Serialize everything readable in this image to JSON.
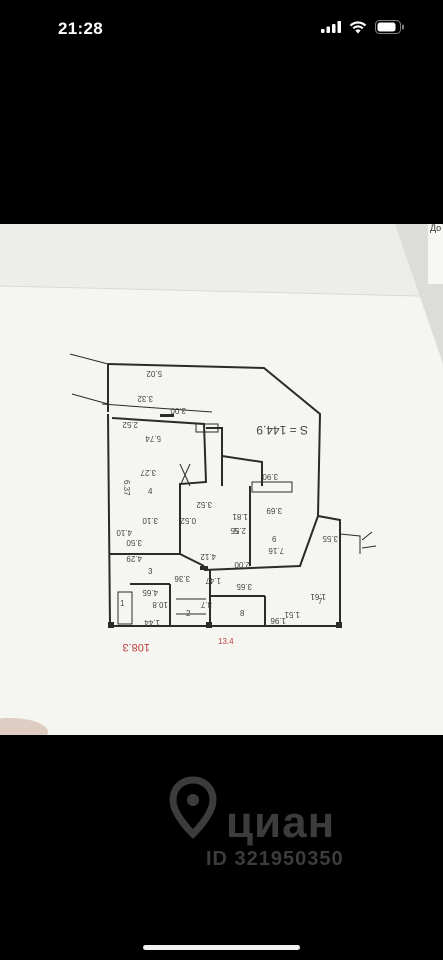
{
  "status_bar": {
    "time": "21:28",
    "icons": [
      "cellular-signal-icon",
      "wifi-icon",
      "battery-icon"
    ]
  },
  "photo": {
    "subject": "floor-plan",
    "corner_text": "Дo",
    "room_numbers": [
      "1",
      "2",
      "3",
      "4",
      "5",
      "6",
      "7",
      "8"
    ],
    "area_labels": [
      "S = 144.9",
      "108.3",
      "13.4"
    ],
    "dimensions": [
      "5.02",
      "3.32",
      "3.00",
      "2.52",
      "5.74",
      "3.27",
      "6.37",
      "4.10",
      "3.10",
      "3.50",
      "4.29",
      "3.52",
      "4.12",
      "0.52",
      "1.81",
      "2.00",
      "3.69",
      "7.16",
      "3.90",
      "3.55",
      "1.51",
      "1.96",
      "3.65",
      "3.36",
      "4.65",
      "10.8",
      "3.7",
      "1.44",
      "2.55",
      "1.47",
      "1.61"
    ]
  },
  "watermark": {
    "brand": "циан",
    "listing_id": "ID 321950350"
  },
  "colors": {
    "background": "#000000",
    "paper": "#f4f4ef",
    "ink": "#2a2a2a",
    "pen": "#c24040"
  }
}
